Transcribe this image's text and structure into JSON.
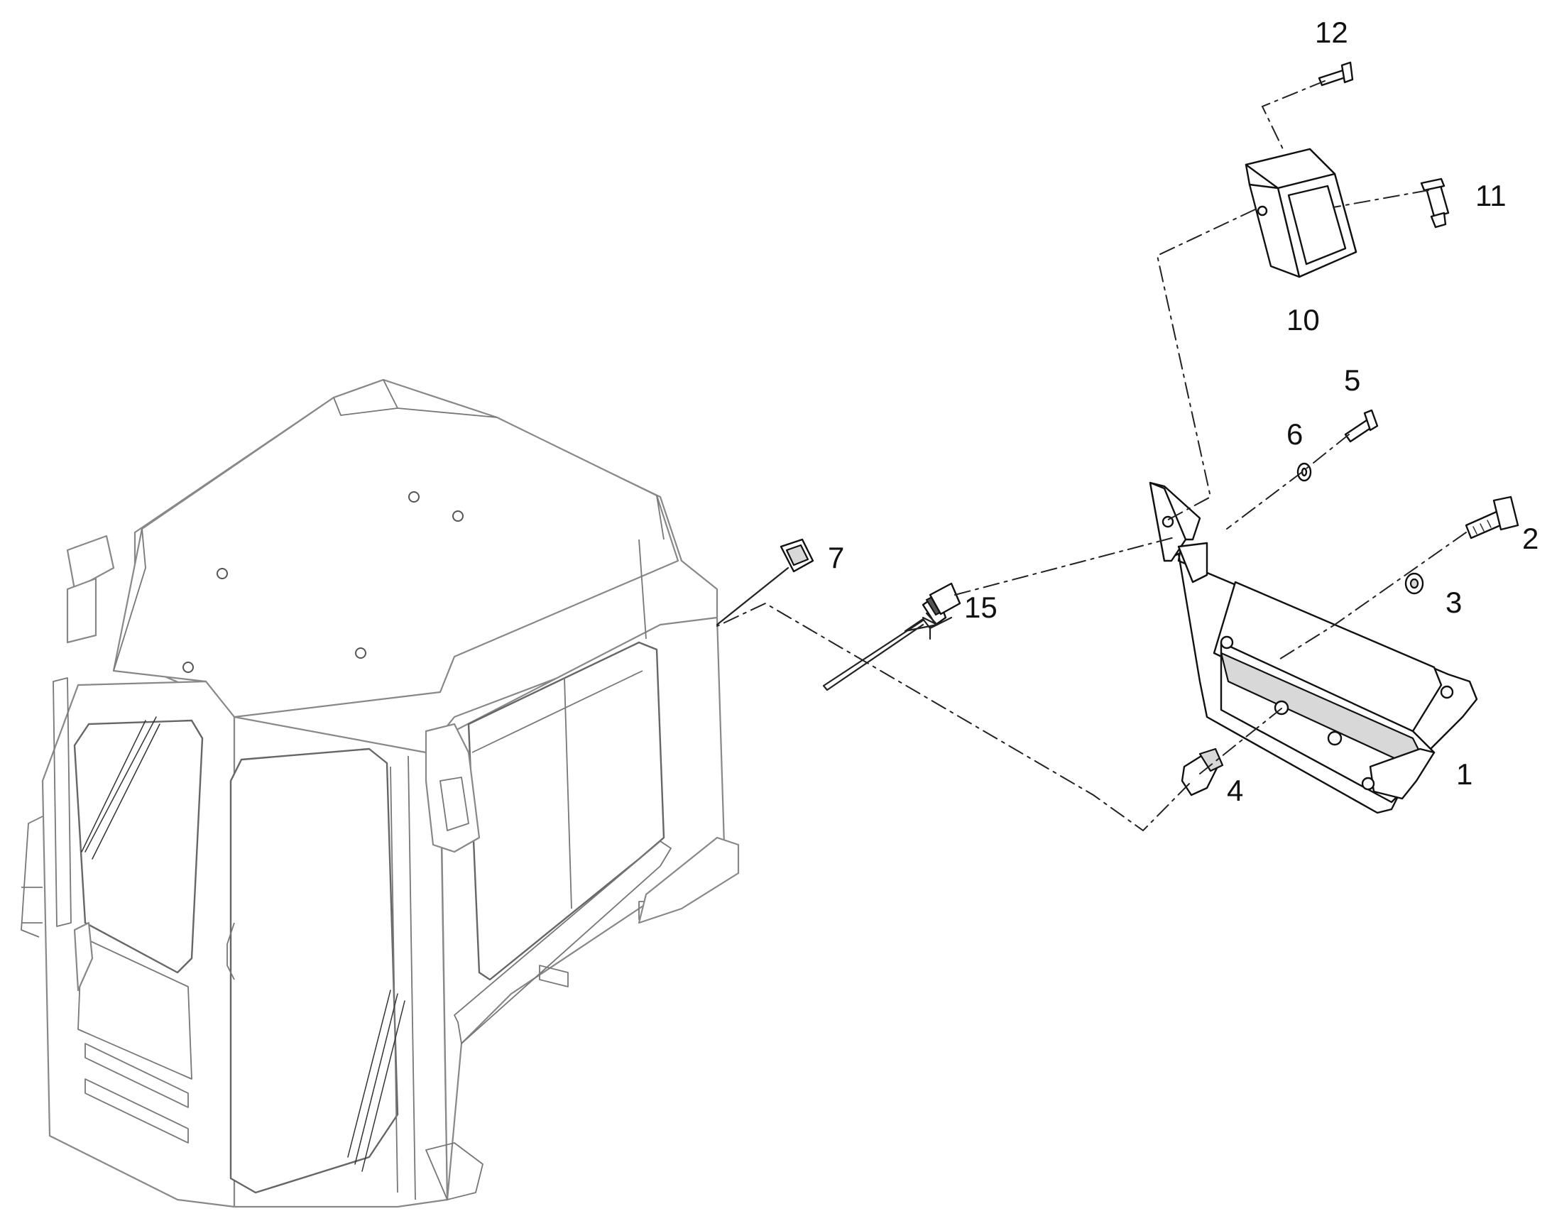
{
  "diagram": {
    "callouts": [
      {
        "id": "1",
        "label": "1"
      },
      {
        "id": "2",
        "label": "2"
      },
      {
        "id": "3",
        "label": "3"
      },
      {
        "id": "4",
        "label": "4"
      },
      {
        "id": "5",
        "label": "5"
      },
      {
        "id": "6",
        "label": "6"
      },
      {
        "id": "7",
        "label": "7"
      },
      {
        "id": "10",
        "label": "10"
      },
      {
        "id": "11",
        "label": "11"
      },
      {
        "id": "12",
        "label": "12"
      },
      {
        "id": "15",
        "label": "15"
      }
    ]
  }
}
